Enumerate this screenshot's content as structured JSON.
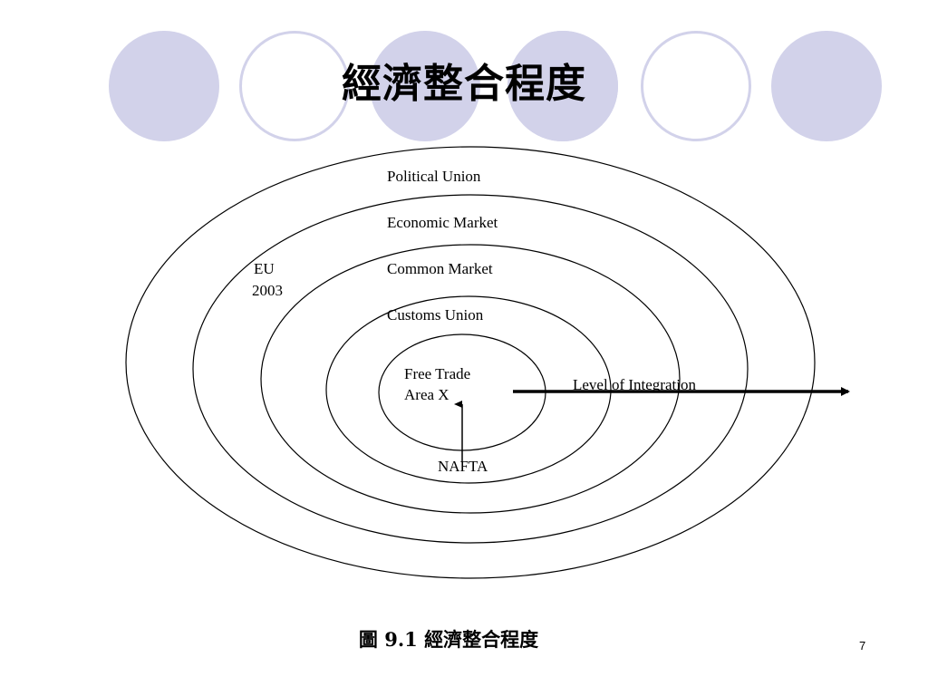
{
  "slide": {
    "title": "經濟整合程度",
    "caption": "圖 9.1 經濟整合程度",
    "page_number": "7"
  },
  "diagram": {
    "levels": [
      "Political Union",
      "Economic Market",
      "Common Market",
      "Customs Union",
      "Free Trade",
      "Area X"
    ],
    "eu_label": "EU",
    "eu_year": "2003",
    "nafta_label": "NAFTA",
    "arrow_label": "Level of Integration"
  },
  "colors": {
    "decor_circle": "#d2d2ea",
    "lines": "#000000"
  }
}
